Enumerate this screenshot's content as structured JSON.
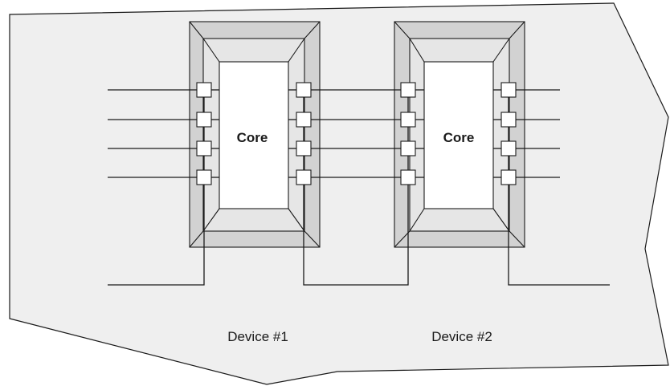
{
  "diagram": {
    "devices": [
      {
        "core_label": "Core",
        "device_label": "Device #1"
      },
      {
        "core_label": "Core",
        "device_label": "Device #2"
      }
    ],
    "colors": {
      "board_fill": "#efefef",
      "outer_frame": "#d2d2d2",
      "inner_band": "#e6e6e6",
      "core_fill": "#ffffff",
      "cell_fill": "#ffffff",
      "stroke": "#1a1a1a"
    }
  }
}
